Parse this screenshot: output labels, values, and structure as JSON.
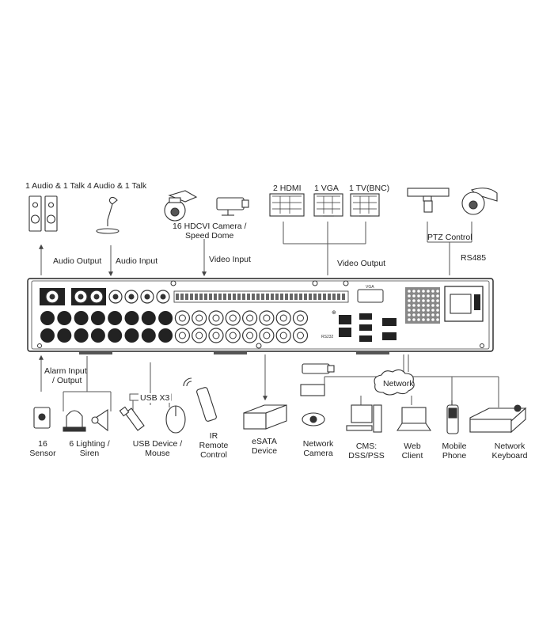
{
  "labels": {
    "audio_talk_1": "1 Audio & 1 Talk",
    "audio_talk_4": "4 Audio & 1 Talk",
    "audio_output": "Audio Output",
    "audio_input": "Audio Input",
    "camera_line1": "16 HDCVI Camera /",
    "camera_line2": "Speed Dome",
    "video_input": "Video Input",
    "hdmi": "2 HDMI",
    "vga": "1 VGA",
    "tv": "1 TV(BNC)",
    "video_output": "Video Output",
    "ptz_control": "PTZ Control",
    "rs485": "RS485",
    "alarm_line1": "Alarm Input",
    "alarm_line2": "/ Output",
    "usb_x3": "USB X3",
    "network": "Network"
  },
  "panel_marks": {
    "vga_port": "VGA",
    "rs232": "RS232"
  },
  "devices": [
    {
      "id": "sensor",
      "line1": "16",
      "line2": "Sensor"
    },
    {
      "id": "lighting",
      "line1": "6 Lighting /",
      "line2": "Siren"
    },
    {
      "id": "usb",
      "line1": "USB Device /",
      "line2": "Mouse"
    },
    {
      "id": "ir",
      "line1": "IR",
      "line2": "Remote",
      "line3": "Control"
    },
    {
      "id": "esata",
      "line1": "eSATA",
      "line2": "Device"
    },
    {
      "id": "netcam",
      "line1": "Network",
      "line2": "Camera"
    },
    {
      "id": "cms",
      "line1": "CMS:",
      "line2": "DSS/PSS"
    },
    {
      "id": "web",
      "line1": "Web",
      "line2": "Client"
    },
    {
      "id": "mobile",
      "line1": "Mobile",
      "line2": "Phone"
    },
    {
      "id": "keyboard",
      "line1": "Network",
      "line2": "Keyboard"
    }
  ]
}
